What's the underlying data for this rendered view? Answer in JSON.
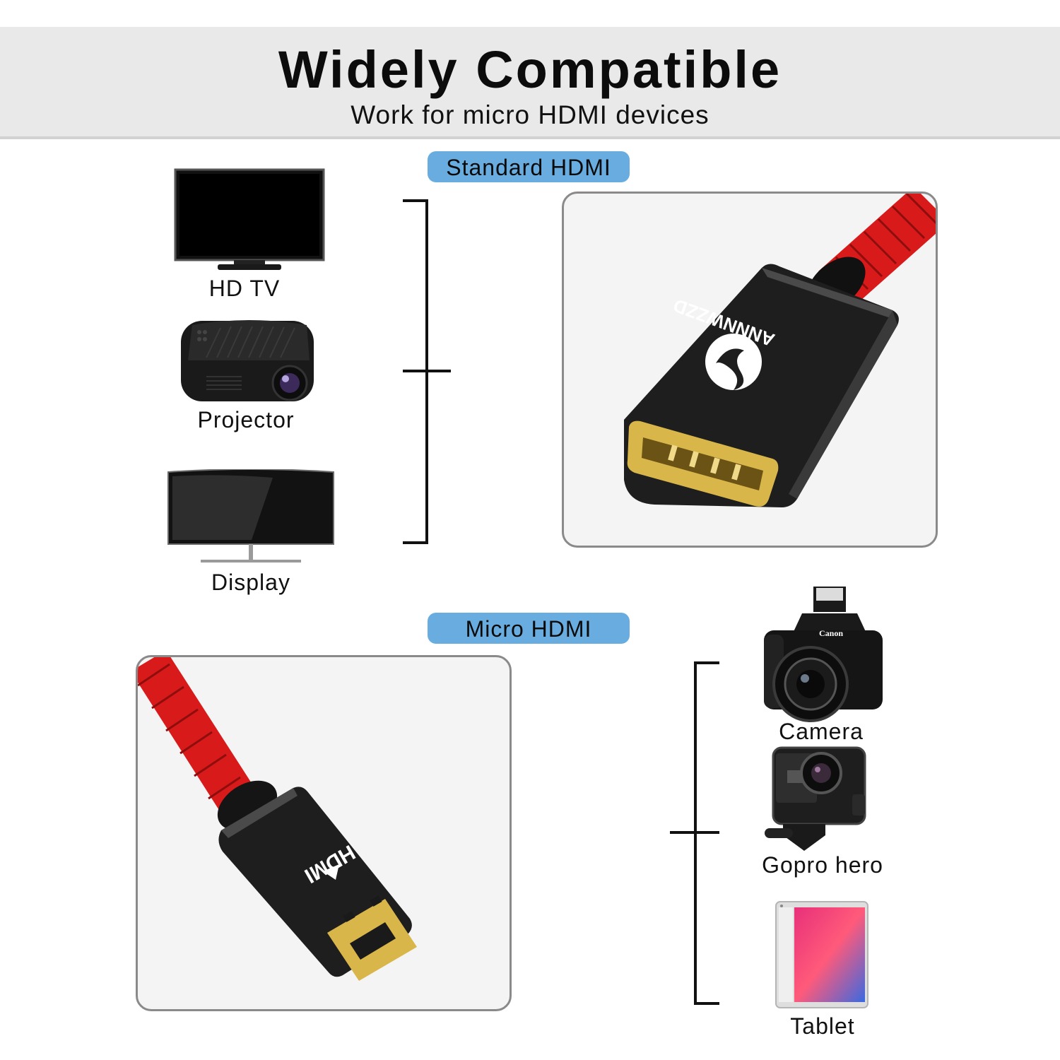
{
  "header": {
    "title": "Widely Compatible",
    "subtitle": "Work for micro HDMI devices"
  },
  "sections": {
    "standard": {
      "label": "Standard HDMI"
    },
    "micro": {
      "label": "Micro HDMI"
    }
  },
  "standard_devices": [
    {
      "label": "HD TV",
      "icon": "tv-icon"
    },
    {
      "label": "Projector",
      "icon": "projector-icon"
    },
    {
      "label": "Display",
      "icon": "monitor-icon"
    }
  ],
  "micro_devices": [
    {
      "label": "Camera",
      "icon": "camera-icon"
    },
    {
      "label": "Gopro hero",
      "icon": "action-camera-icon"
    },
    {
      "label": "Tablet",
      "icon": "tablet-icon"
    }
  ],
  "products": {
    "standard_connector": {
      "brand_text": "ANNNWZZD",
      "image": "hdmi-female-connector"
    },
    "micro_connector": {
      "brand_text": "HDMI",
      "image": "micro-hdmi-male-connector"
    }
  },
  "colors": {
    "header_bg": "#e9e9e9",
    "pill_bg": "#69ade0",
    "cable_red": "#d91a1a",
    "connector_black": "#1c1c1c",
    "gold": "#d9b64a"
  }
}
